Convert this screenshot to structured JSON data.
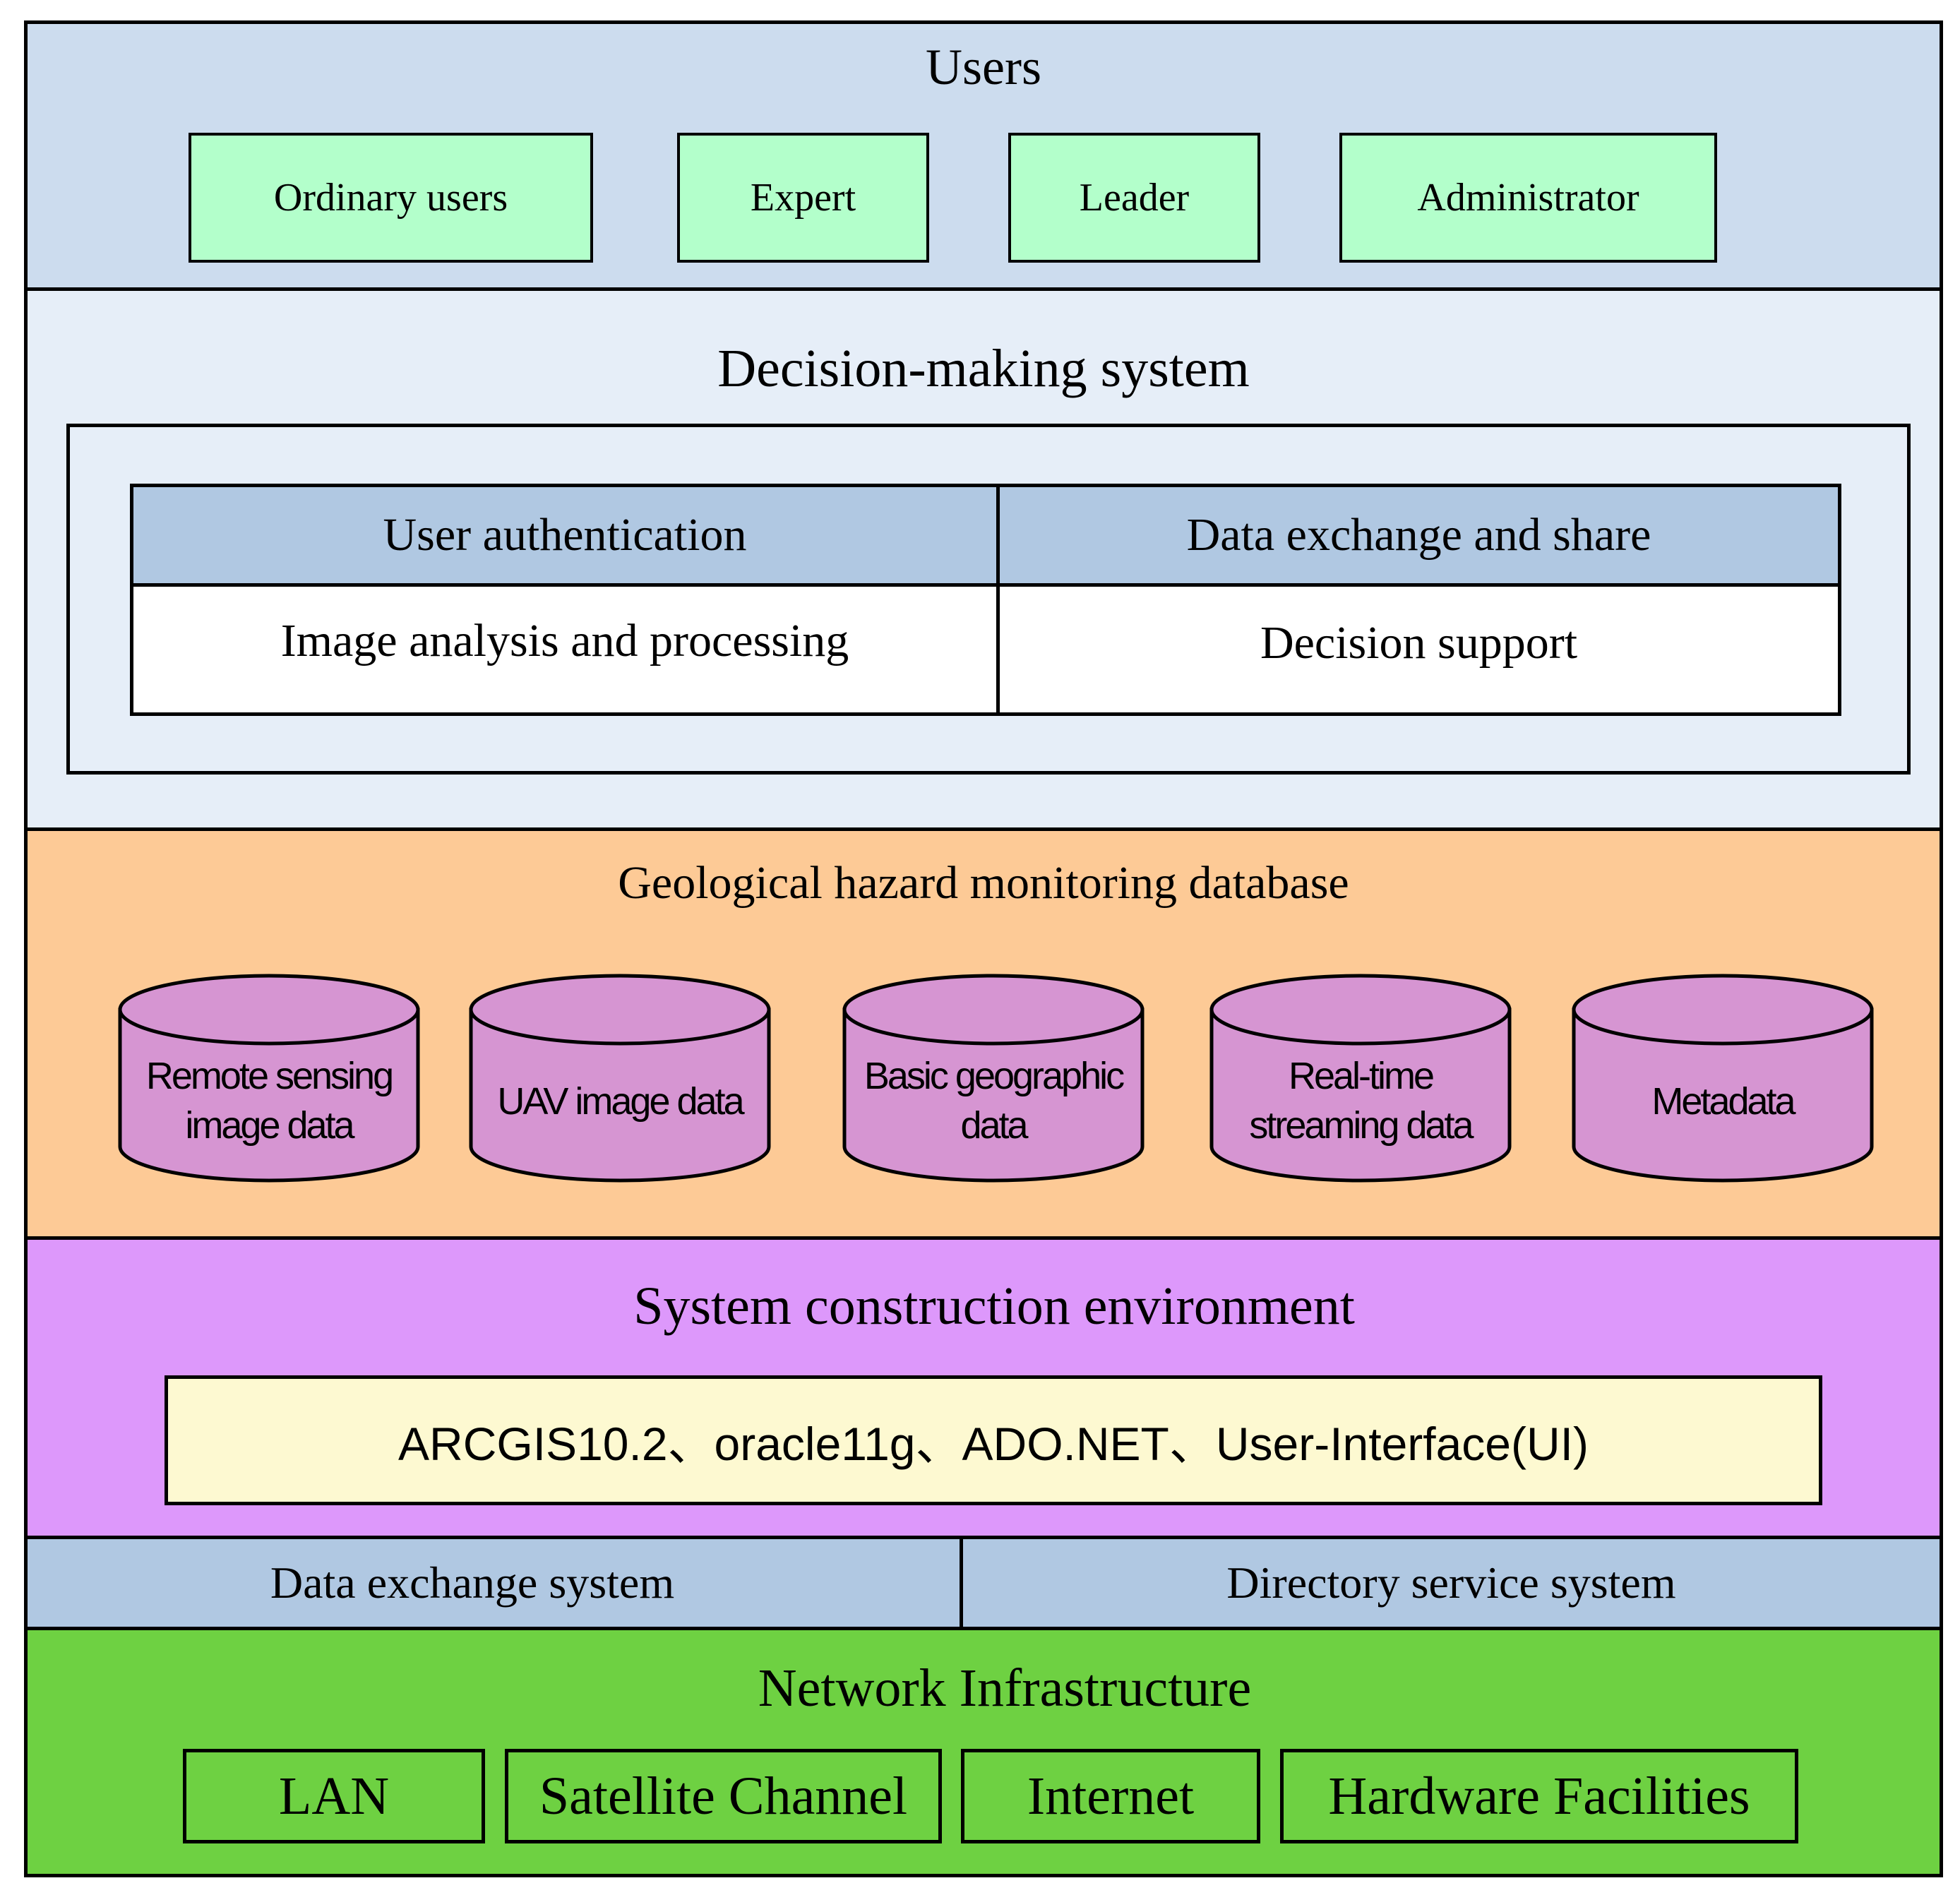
{
  "users": {
    "title": "Users",
    "items": [
      "Ordinary users",
      "Expert",
      "Leader",
      "Administrator"
    ]
  },
  "decision": {
    "title": "Decision-making system",
    "cells": {
      "user_auth": "User authentication",
      "data_exchange_share": "Data exchange and share",
      "image_analysis": "Image analysis and processing",
      "decision_support": "Decision support"
    }
  },
  "database": {
    "title": "Geological hazard monitoring database",
    "stores": [
      {
        "line1": "Remote sensing",
        "line2": "image data"
      },
      {
        "line1": "UAV image data",
        "line2": ""
      },
      {
        "line1": "Basic geographic",
        "line2": "data"
      },
      {
        "line1": "Real-time",
        "line2": "streaming data"
      },
      {
        "line1": "Metadata",
        "line2": ""
      }
    ]
  },
  "environment": {
    "title": "System construction environment",
    "tech": "ARCGIS10.2、oracle11g、ADO.NET、User-Interface(UI)"
  },
  "services": {
    "left": "Data exchange system",
    "right": "Directory service system"
  },
  "network": {
    "title": "Network Infrastructure",
    "items": [
      "LAN",
      "Satellite Channel",
      "Internet",
      "Hardware Facilities"
    ]
  },
  "colors": {
    "users_bg": "#ccdcee",
    "user_box": "#b3ffcb",
    "decision_bg": "#e6eef8",
    "table_header": "#b0c8e2",
    "database_bg": "#fdca96",
    "cylinder": "#d695d2",
    "environment_bg": "#dd98fb",
    "tech_box": "#fdf9d1",
    "services_bg": "#b0c8e2",
    "network_bg": "#6ed142"
  }
}
